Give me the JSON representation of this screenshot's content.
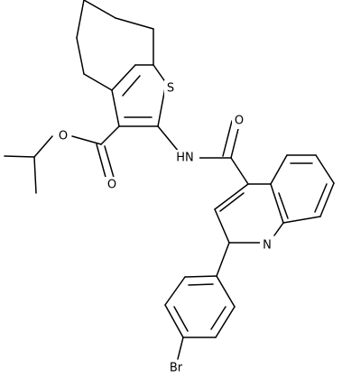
{
  "atoms": {
    "sulfur": "S",
    "amide_oxygen": "O",
    "amide_nh": "HN",
    "ester_ether_oxygen": "O",
    "ester_carbonyl_oxygen": "O",
    "quinoline_nitrogen": "N",
    "bromine": "Br"
  },
  "colors": {
    "bond": "#000000",
    "label": "#000000",
    "background": "#ffffff"
  }
}
